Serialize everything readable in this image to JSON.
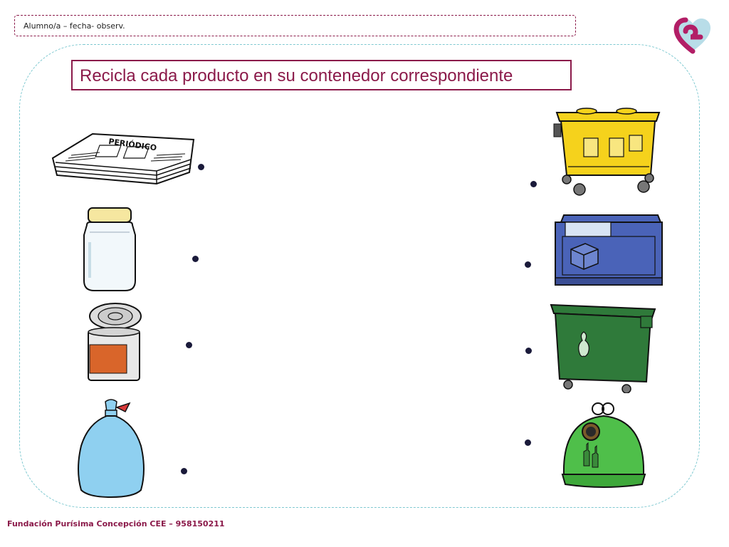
{
  "header": {
    "text": "Alumno/a – fecha- observ."
  },
  "title": "Recicla cada producto en su contenedor correspondiente",
  "items": {
    "newspaper_label": "PERIÓDICO"
  },
  "footer": {
    "text": "Fundación Purísima Concepción CEE –  958150211"
  },
  "colors": {
    "brand": "#8b1a4a",
    "frame": "#7fc9d1",
    "yellow_bin": "#f5d21c",
    "blue_bin": "#4a63b8",
    "green_bin": "#2f7a3a",
    "glass_bin": "#4fbf4a",
    "bag": "#8fd0f0"
  }
}
